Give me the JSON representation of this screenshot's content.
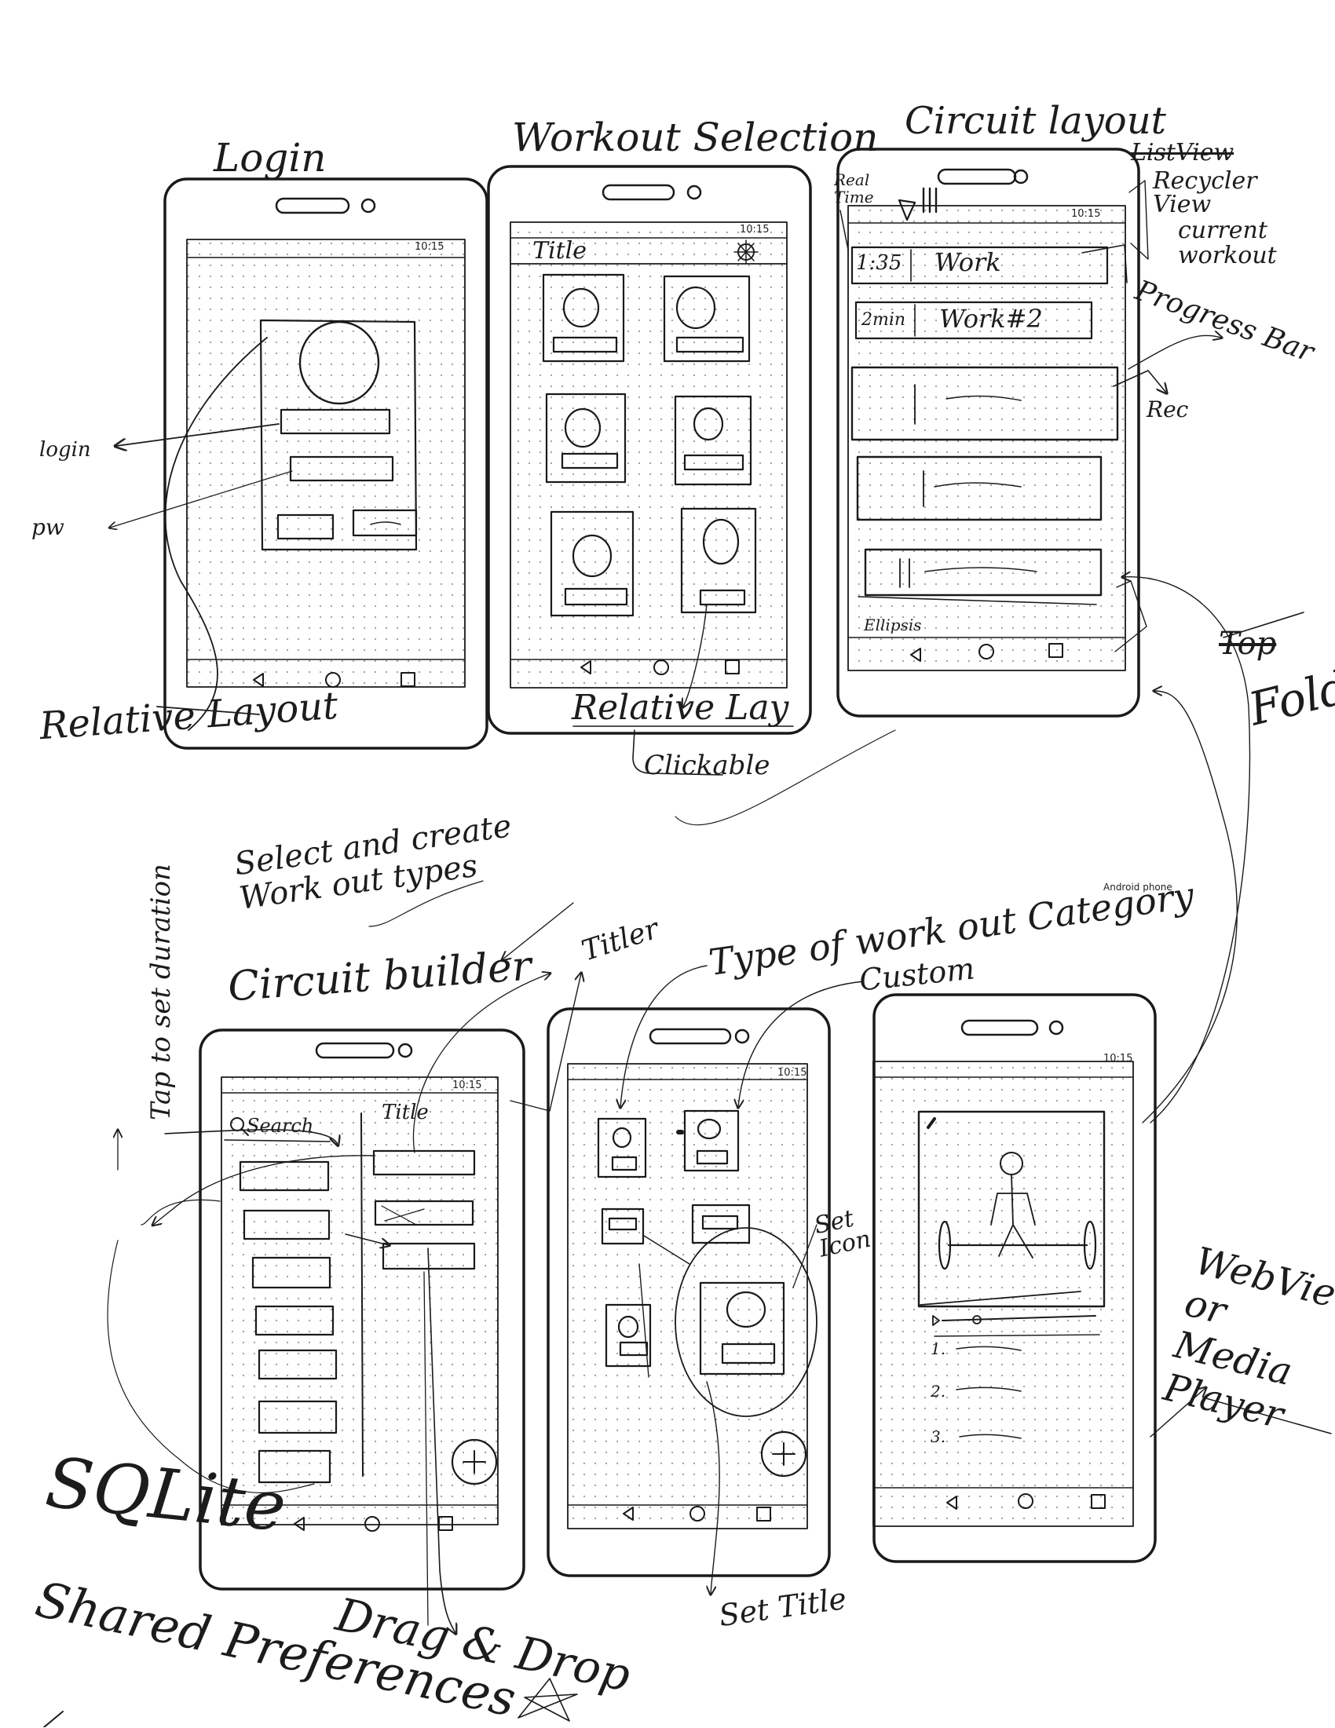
{
  "screens": {
    "login": {
      "title": "Login",
      "time": "10:15",
      "annotations": {
        "login_field": "login",
        "password_field": "pw",
        "layout": "Relative Layout"
      }
    },
    "workout_selection": {
      "title": "Workout Selection",
      "time": "10:15",
      "header_title": "Title",
      "annotations": {
        "layout": "Relative Lay",
        "clickable": "Clickable"
      }
    },
    "circuit_layout": {
      "title": "Circuit layout",
      "time": "10:15",
      "real_time": "Real Time",
      "rows": [
        {
          "time": "1:35",
          "label": "Work"
        },
        {
          "time": "2min",
          "label": "Work#2"
        }
      ],
      "footer_label": "Ellipsis",
      "annotations": {
        "listview": "ListView",
        "recycler": "Recycler View",
        "current": "current workout",
        "progress": "Progress Bar",
        "rec": "Rec",
        "fold": "Fold",
        "fold_strike": "Top"
      }
    },
    "circuit_builder": {
      "title": "Circuit builder",
      "time": "10:15",
      "search": "Search",
      "header_title": "Title",
      "annotations": {
        "select": "Select and create Work out types",
        "tap": "Tap to set duration",
        "titler": "Titler",
        "sqlite": "SQLite",
        "shared": "Shared Preferences",
        "drag": "Drag & Drop"
      }
    },
    "workout_category": {
      "title": "Type of work out Category",
      "time": "10:15",
      "annotations": {
        "custom": "Custom",
        "set_icon": "Set Icon",
        "set_title": "Set Title"
      }
    },
    "media": {
      "time": "10:15",
      "device_label": "Android phone",
      "list_numbers": [
        "1.",
        "2.",
        "3."
      ],
      "annotations": {
        "webview": "WebView or Media Player"
      }
    }
  }
}
